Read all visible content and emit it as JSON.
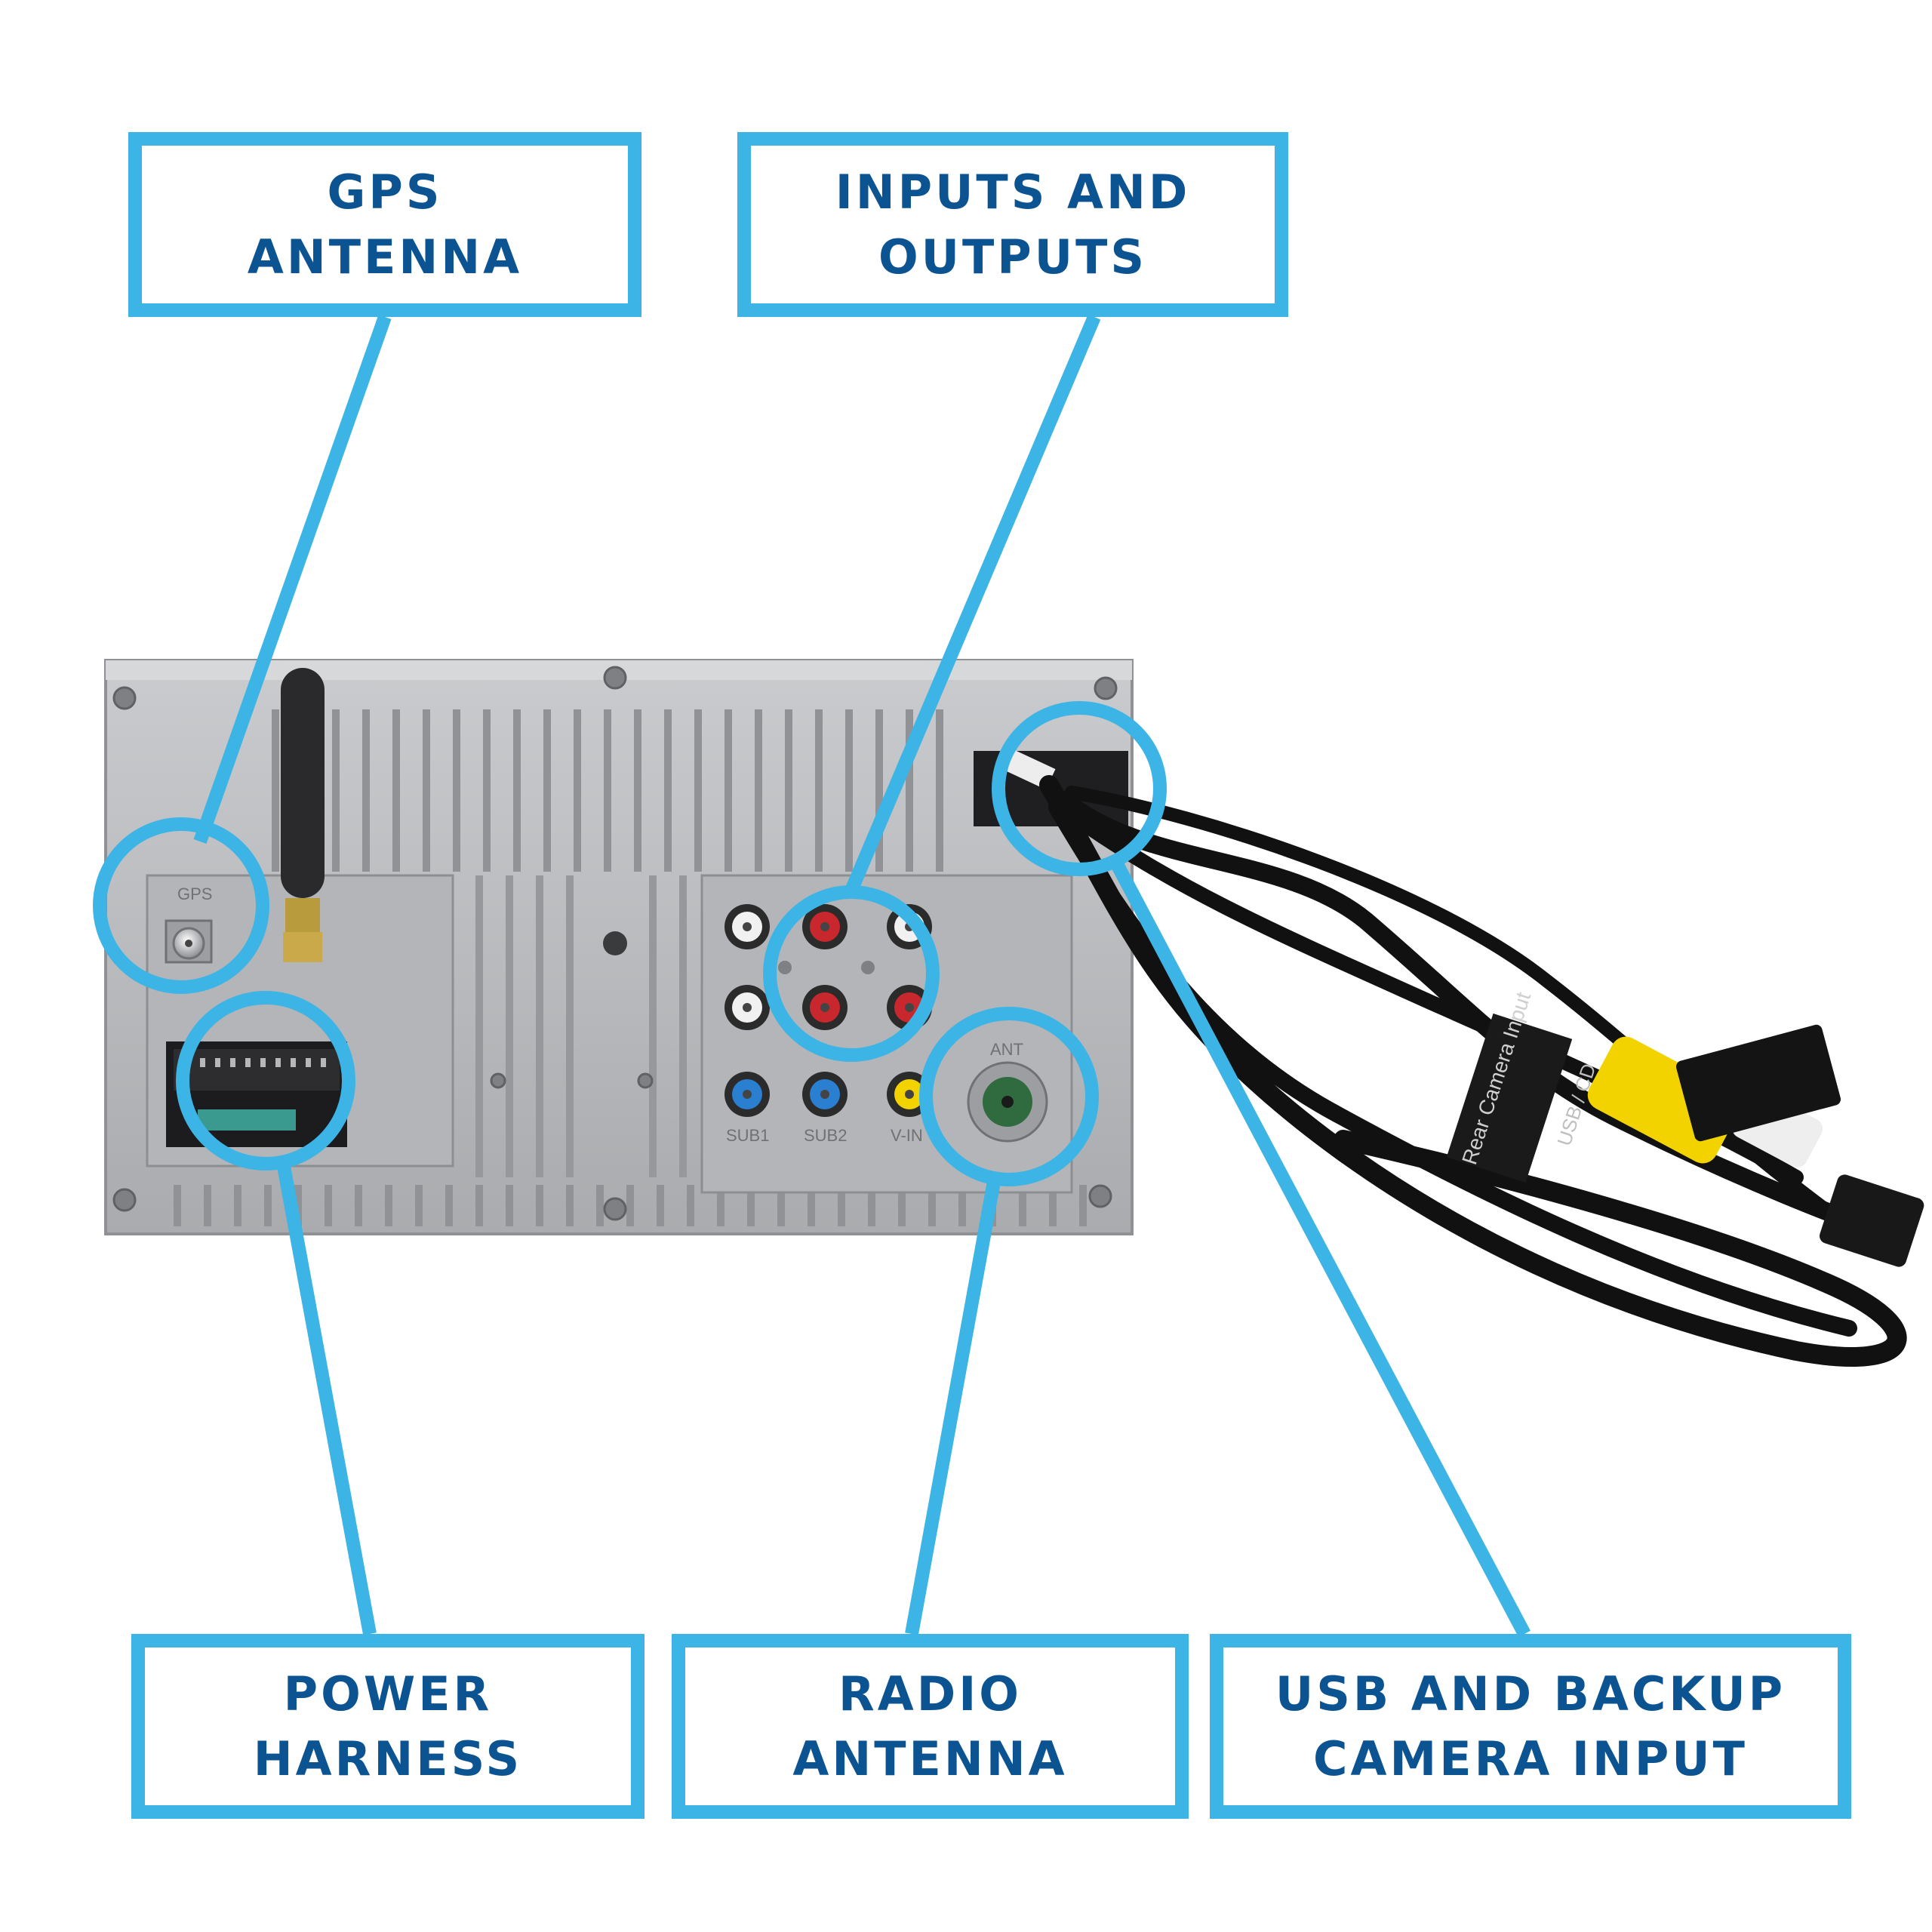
{
  "callouts": {
    "gps": {
      "line1": "GPS",
      "line2": "ANTENNA"
    },
    "inputs_outputs": {
      "line1": "INPUTS AND",
      "line2": "OUTPUTS"
    },
    "power": {
      "line1": "POWER",
      "line2": "HARNESS"
    },
    "radio": {
      "line1": "RADIO",
      "line2": "ANTENNA"
    },
    "usb": {
      "line1": "USB AND BACKUP",
      "line2": "CAMERA INPUT"
    }
  },
  "device": {
    "gps_label": "GPS",
    "ant_label": "ANT",
    "sub1_label": "SUB1",
    "sub2_label": "SUB2",
    "vin_label": "V-IN",
    "cable_tag_1": "Rear Camera Input",
    "cable_tag_2": "USB / CD"
  },
  "colors": {
    "callout_border": "#3db4e6",
    "callout_text": "#0c5391",
    "chassis": "#b8babd",
    "rca_red": "#c8282d",
    "rca_blue": "#2a7fd0",
    "rca_yellow": "#f2d300",
    "ant_green": "#2f6b3e"
  }
}
